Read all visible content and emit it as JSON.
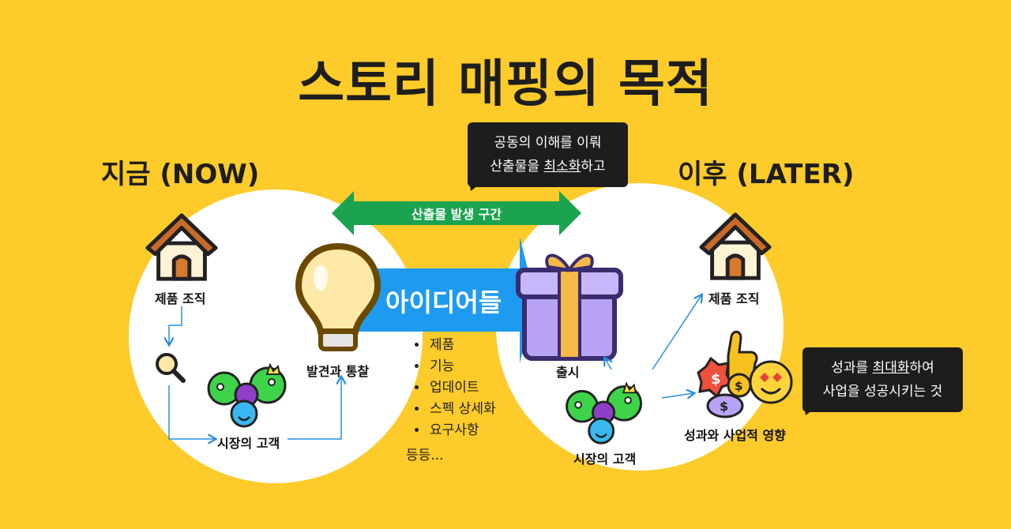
{
  "title": "스토리 매핑의 목적",
  "now": {
    "heading": "지금 (NOW)",
    "org_label": "제품 조직",
    "customers_label": "시장의 고객",
    "insight_label": "발견과 통찰"
  },
  "later": {
    "heading": "이후 (LATER)",
    "org_label": "제품 조직",
    "customers_label": "시장의 고객",
    "release_label": "출시",
    "impact_label": "성과와 사업적 영향"
  },
  "top_bubble": {
    "line1": "공동의 이해를 이뤄",
    "line2_pre": "산출물을 ",
    "line2_u": "최소화",
    "line2_post": "하고"
  },
  "right_bubble": {
    "line1_pre": "성과를 ",
    "line1_u": "최대화",
    "line1_post": "하여",
    "line2": "사업을 성공시키는 것"
  },
  "output_span_label": "산출물 발생 구간",
  "ideas_label": "아이디어들",
  "ideas_list": [
    "제품",
    "기능",
    "업데이트",
    "스펙 상세화",
    "요구사항"
  ],
  "ideas_more": "등등...",
  "colors": {
    "background": "#FDCB2A",
    "green_arrow": "#1BA34F",
    "ideas_arrow": "#1E9BF0",
    "flow_lines": "#2A8FE0"
  }
}
